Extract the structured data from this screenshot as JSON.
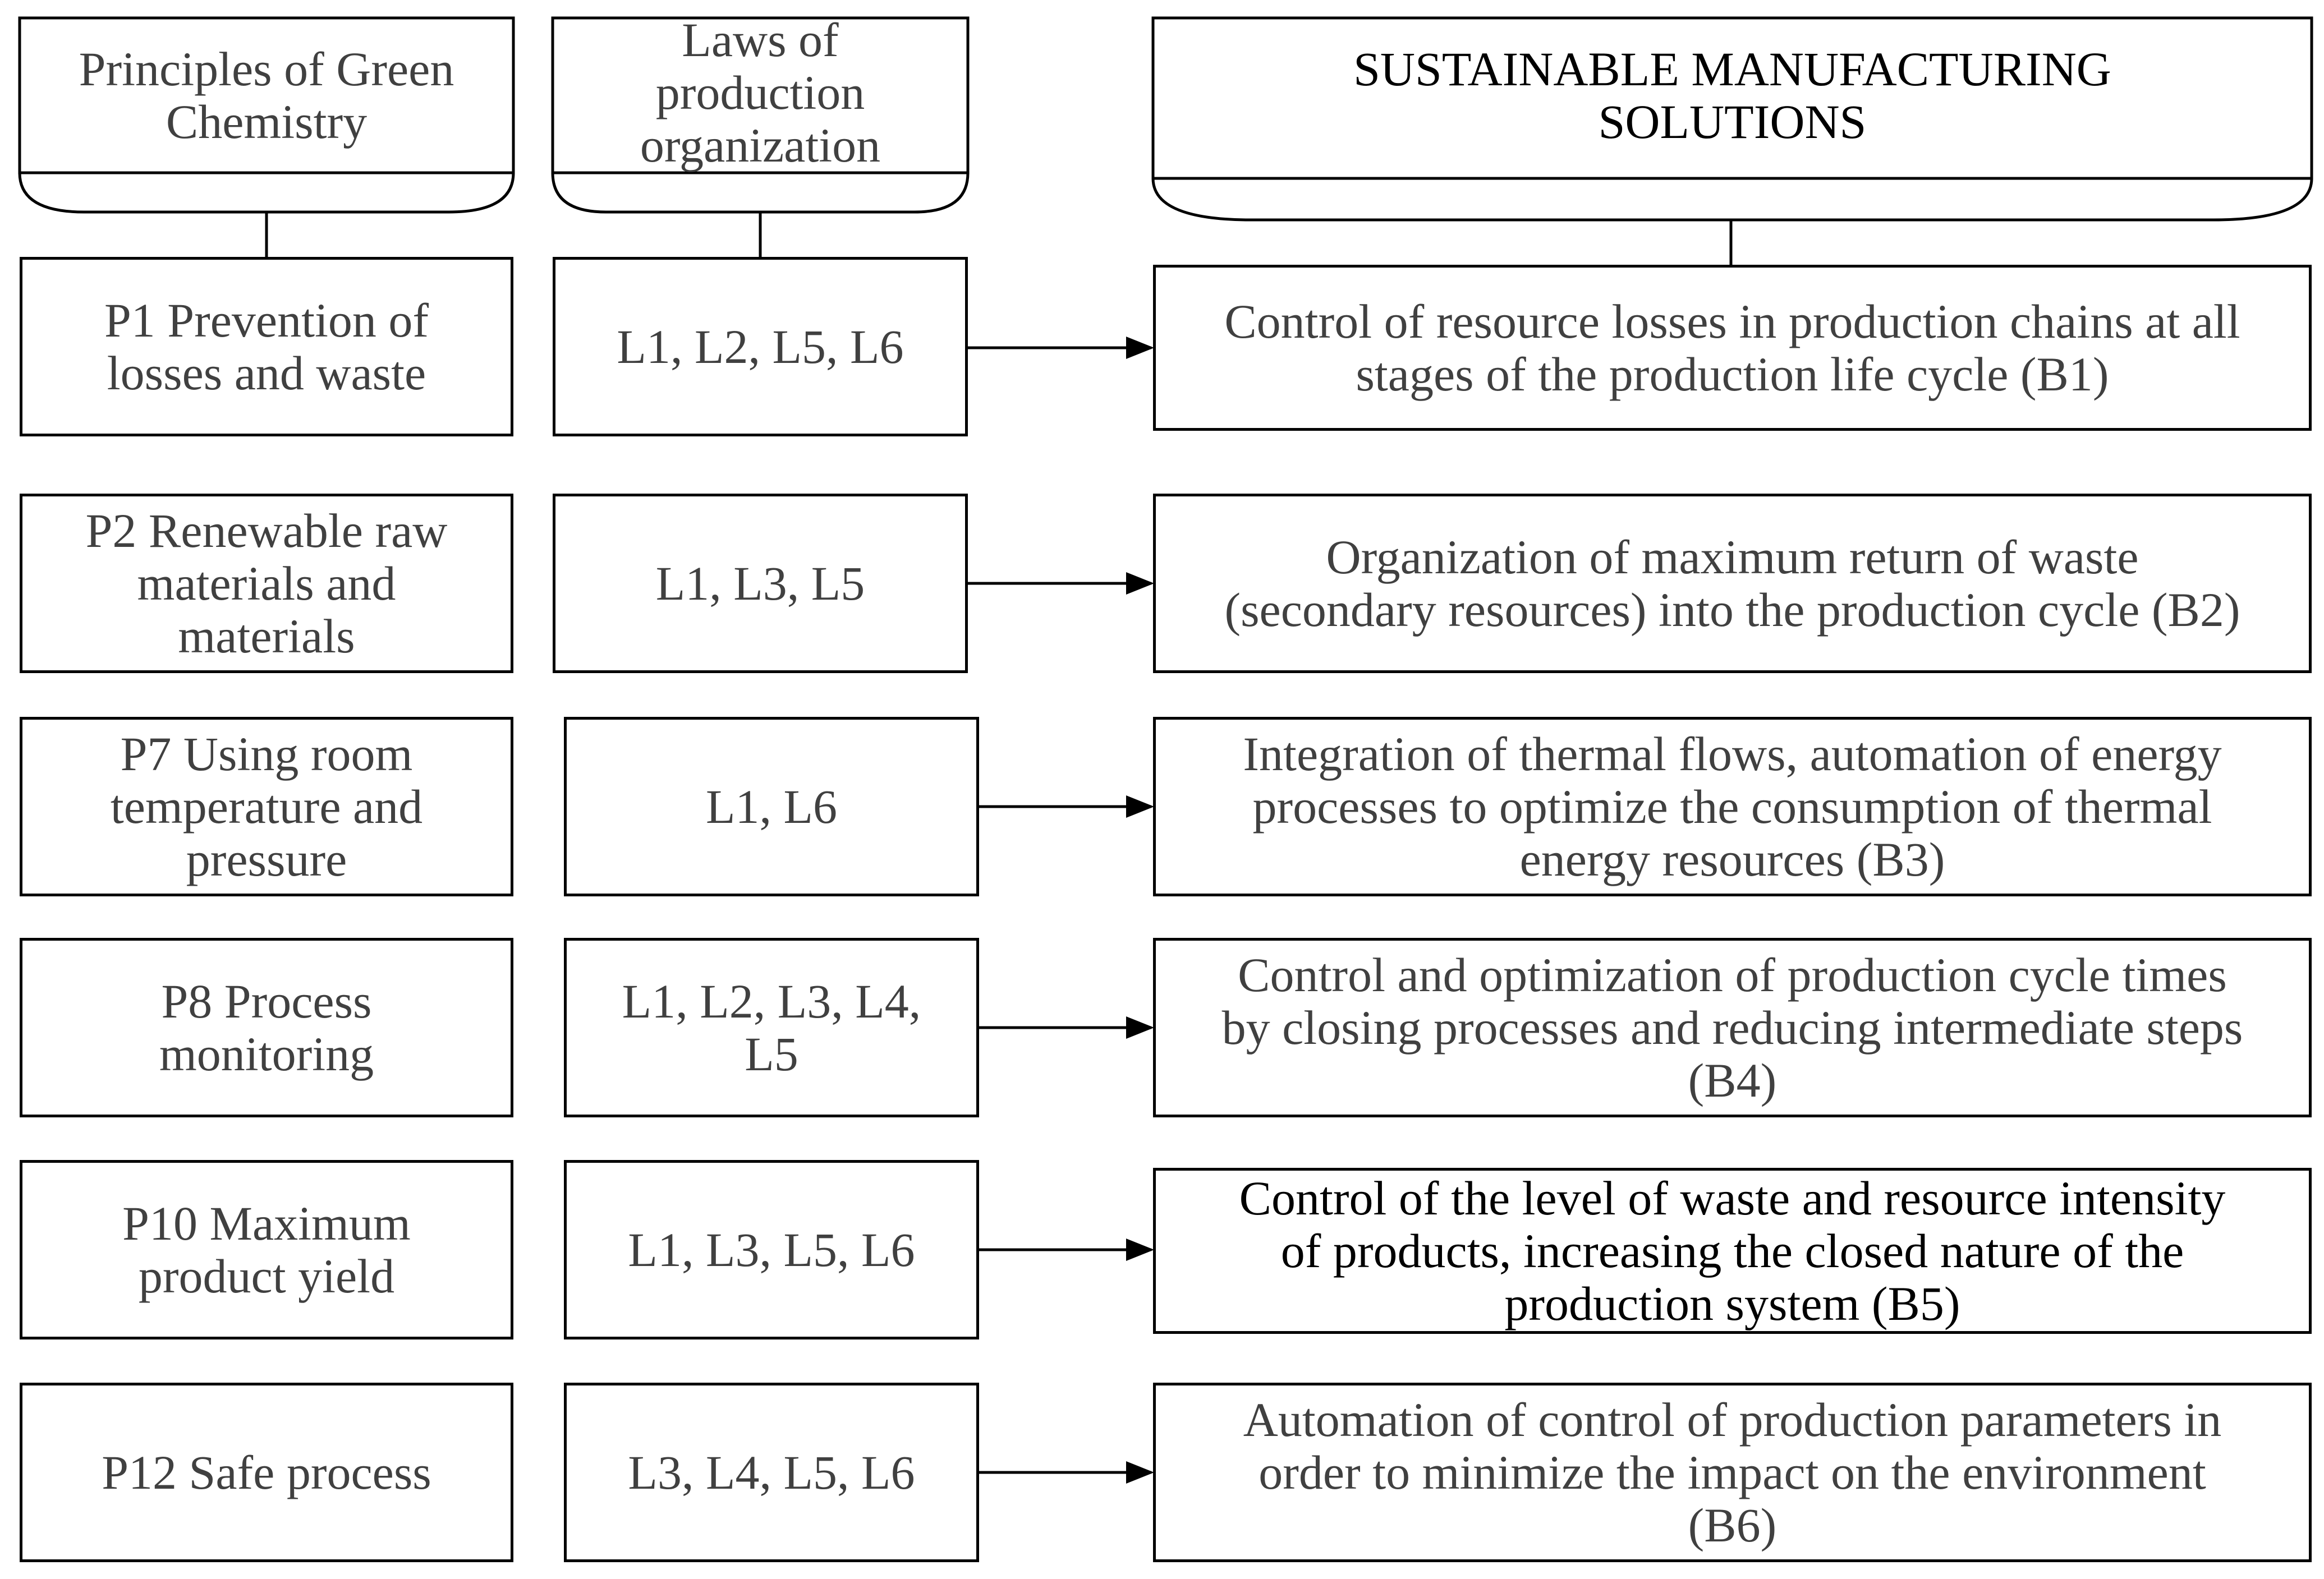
{
  "headers": {
    "principles": "Principles of Green\nChemistry",
    "laws": "Laws of\nproduction\norganization",
    "solutions": "SUSTAINABLE MANUFACTURING\nSOLUTIONS"
  },
  "rows": [
    {
      "principle": "P1 Prevention of\nlosses and waste",
      "laws": "L1, L2, L5, L6",
      "solution": "Control of resource losses in production chains at all\nstages of the production life cycle (B1)"
    },
    {
      "principle": "P2 Renewable raw\nmaterials and\nmaterials",
      "laws": "L1, L3, L5",
      "solution": "Organization of maximum return of waste\n(secondary resources) into the production cycle (B2)"
    },
    {
      "principle": "P7 Using room\ntemperature and\npressure",
      "laws": "L1, L6",
      "solution": "Integration of thermal flows, automation of energy\nprocesses to optimize the consumption of thermal\nenergy resources (B3)"
    },
    {
      "principle": "P8 Process\nmonitoring",
      "laws": "L1, L2, L3, L4,\nL5",
      "solution": "Control and optimization of production cycle times\nby closing processes and reducing intermediate steps\n(B4)"
    },
    {
      "principle": "P10 Maximum\nproduct yield",
      "laws": "L1, L3, L5, L6",
      "solution": "Control of the level of waste and resource intensity\nof products, increasing the closed nature of the\nproduction system (B5)"
    },
    {
      "principle": "P12 Safe process",
      "laws": "L3, L4, L5, L6",
      "solution": "Automation of control of production parameters in\norder to minimize the impact on the environment\n(B6)"
    }
  ]
}
